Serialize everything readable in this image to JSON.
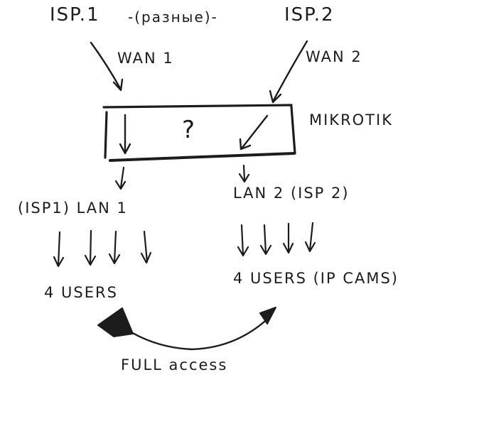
{
  "diagram": {
    "isp1_label": "ISP.1",
    "isp_note": "-(разные)-",
    "isp2_label": "ISP.2",
    "wan1_label": "WAN 1",
    "wan2_label": "WAN 2",
    "router_mark": "?",
    "router_label": "MIKROTIK",
    "lan1_label": "(ISP1) LAN 1",
    "lan2_label": "LAN 2 (ISP 2)",
    "users1_label": "4 USERS",
    "users2_label": "4 USERS (IP CAMS)",
    "access_label": "FULL access",
    "ink_color": "#1c1c1c",
    "background_color": "#ffffff"
  }
}
